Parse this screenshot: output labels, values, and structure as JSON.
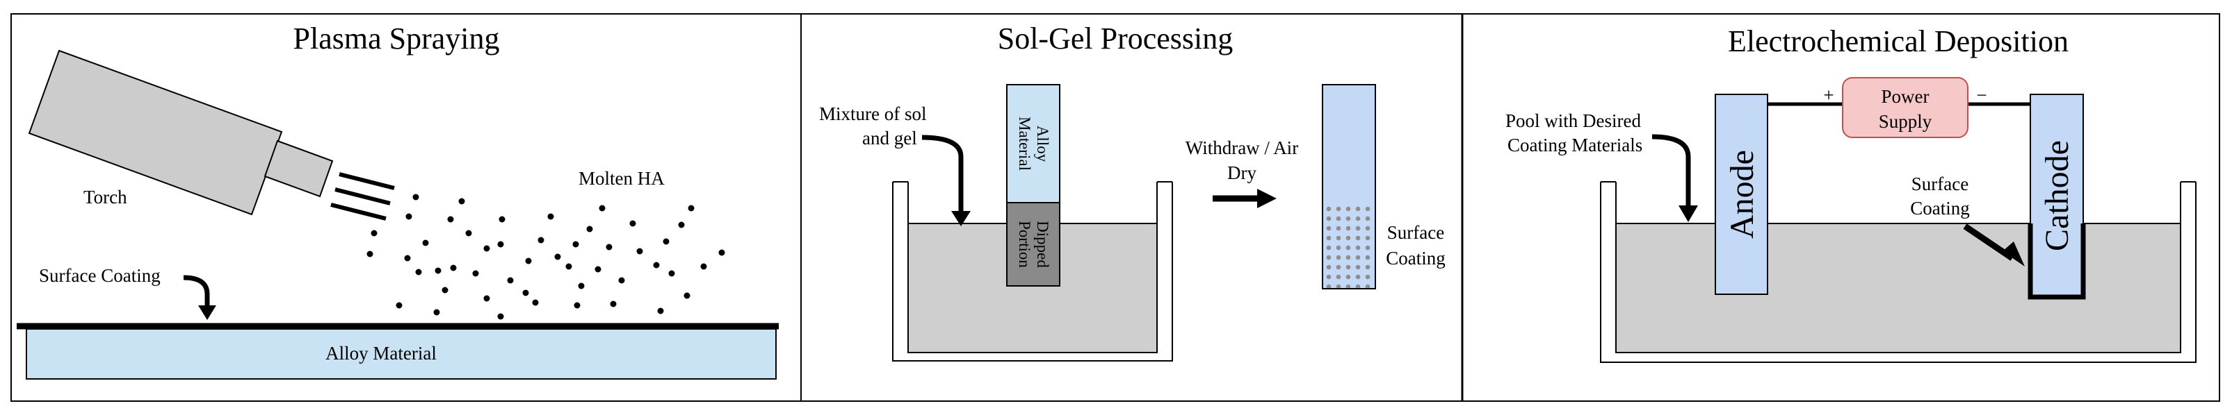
{
  "panels": [
    {
      "title": "Plasma Spraying",
      "labels": {
        "torch": "Torch",
        "molten": "Molten HA",
        "coating": "Surface Coating",
        "substrate": "Alloy Material"
      }
    },
    {
      "title": "Sol-Gel Processing",
      "labels": {
        "mixture_line1": "Mixture of sol",
        "mixture_line2": "and gel",
        "alloy_line1": "Alloy",
        "alloy_line2": "Material",
        "dipped_line1": "Dipped",
        "dipped_line2": "Portion",
        "withdraw_line1": "Withdraw / Air",
        "withdraw_line2": "Dry",
        "coating_line1": "Surface",
        "coating_line2": "Coating"
      }
    },
    {
      "title": "Electrochemical Deposition",
      "labels": {
        "pool_line1": "Pool with Desired",
        "pool_line2": "Coating Materials",
        "anode": "Anode",
        "cathode": "Cathode",
        "power_line1": "Power",
        "power_line2": "Supply",
        "plus": "+",
        "minus": "−",
        "coating_line1": "Surface",
        "coating_line2": "Coating"
      }
    }
  ],
  "colors": {
    "alloy_blue": "#c9e3f4",
    "electrode_blue": "#c3d9f5",
    "liquid_gray": "#cfcfcf",
    "torch_gray": "#cccccc",
    "dipped_gray": "#8a8a8a",
    "power_pink": "#f7c8c8",
    "power_border": "#c0504d",
    "dot_gray": "#8e8e8e"
  }
}
